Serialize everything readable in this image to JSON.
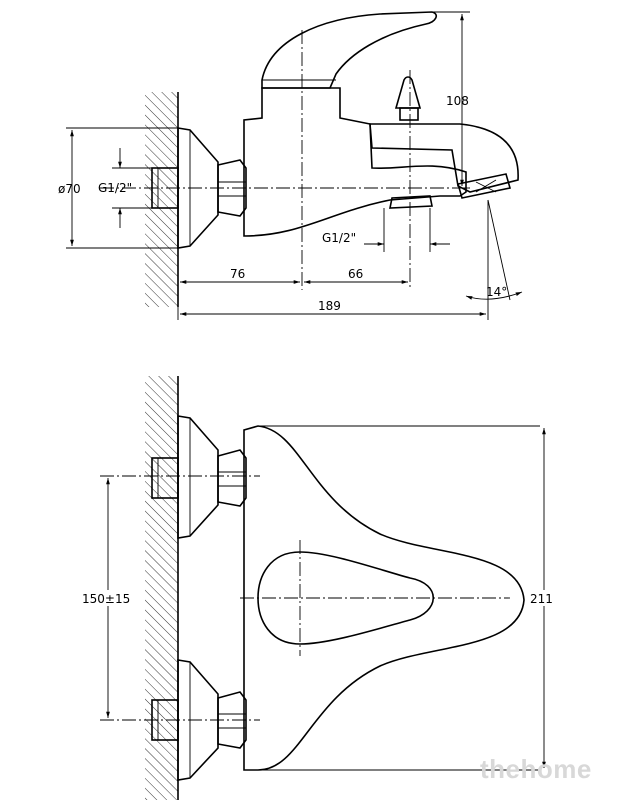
{
  "side_view": {
    "dim_height": "108",
    "dim_diameter": "ø70",
    "dim_thread_inlet": "G1/2\"",
    "dim_thread_outlet": "G1/2\"",
    "dim_wall_to_axis": "76",
    "dim_axis_to_diverter": "66",
    "dim_total_length": "189",
    "dim_angle": "14°"
  },
  "top_view": {
    "dim_spacing": "150±15",
    "dim_width": "211"
  },
  "watermark": "thehome"
}
